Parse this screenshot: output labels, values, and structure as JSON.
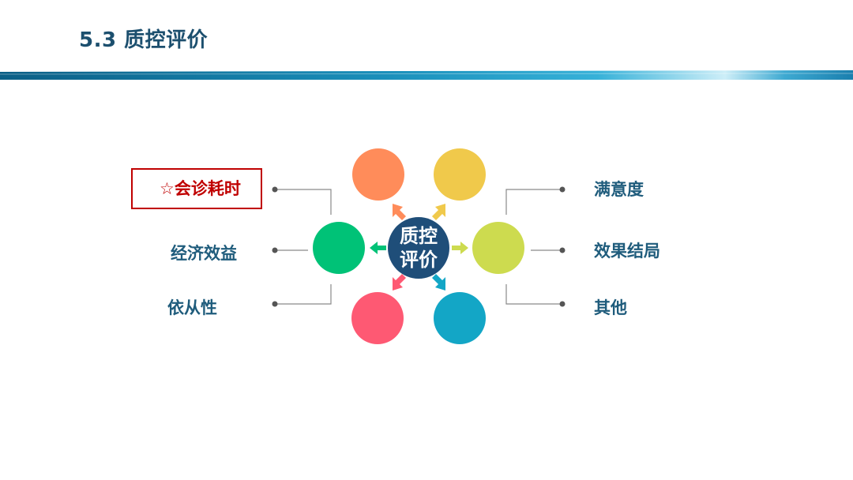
{
  "slide": {
    "title": "5.3 质控评价"
  },
  "diagram": {
    "center": {
      "line1": "质控",
      "line2": "评价",
      "color": "#1f4e79"
    },
    "circle_colors": {
      "top_left": "#ff8c5a",
      "top_right": "#f0c94b",
      "left": "#00c277",
      "right": "#cddb4f",
      "bottom_left": "#fe5973",
      "bottom_right": "#13a6c6"
    },
    "left_labels": [
      {
        "text": "☆会诊耗时",
        "highlighted": true
      },
      {
        "text": "经济效益",
        "highlighted": false
      },
      {
        "text": "依从性",
        "highlighted": false
      }
    ],
    "right_labels": [
      {
        "text": "满意度"
      },
      {
        "text": "效果结局"
      },
      {
        "text": "其他"
      }
    ],
    "highlight_color": "#c00000",
    "label_color": "#1f5c7c"
  }
}
